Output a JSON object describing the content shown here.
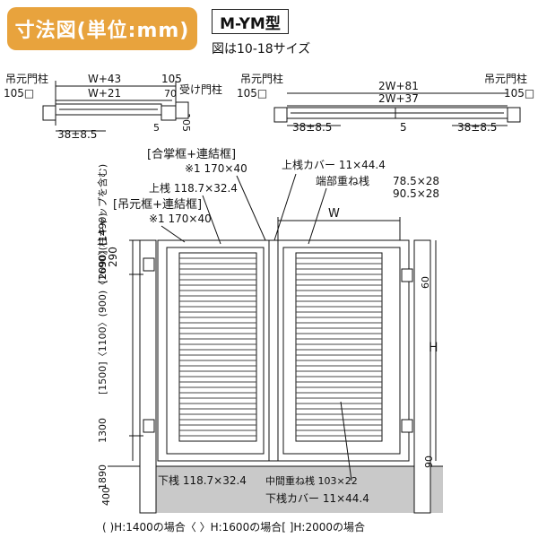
{
  "header": {
    "title": "寸法図(単位:mm)",
    "model": "M-YM型",
    "size_note": "図は10-18サイズ"
  },
  "top_left": {
    "post_left": "吊元門柱",
    "post_left_size": "105□",
    "w43": "W+43",
    "w21": "W+21",
    "d105": "105",
    "d70": "70",
    "post_right": "受け門柱",
    "d105v": "105",
    "d5": "5",
    "d38": "38±8.5"
  },
  "top_right": {
    "post_left": "吊元門柱",
    "post_left_size": "105□",
    "post_right": "吊元門柱",
    "post_right_size": "105□",
    "w81": "2W+81",
    "w37": "2W+37",
    "d38l": "38±8.5",
    "d5": "5",
    "d38r": "38±8.5"
  },
  "front": {
    "gassho": "[合掌框+連結框]",
    "gassho_size": "※1 170×40",
    "upper_rail": "上桟 118.7×32.4",
    "tsurimoto": "[吊元框+連結框]",
    "tsurimoto_size": "※1 170×40",
    "upper_cover": "上桟カバー 11×44.4",
    "end_overlap": "端部重ね桟",
    "end_overlap_s1": "78.5×28",
    "end_overlap_s2": "90.5×28",
    "w": "W",
    "d290": "290",
    "d60": "60",
    "h": "H",
    "vert_labels_top": "[1500]〈1100〉(900)〈1690〉(1490)",
    "cap_note": "[2090](柱キャップを含む)",
    "d1300": "1300",
    "d1890": "1890",
    "d90": "90",
    "d400": "400",
    "lower_rail": "下桟 118.7×32.4",
    "mid_overlap": "中間重ね桟 103×22",
    "lower_cover": "下桟カバー 11×44.4",
    "legend": "( )H:1400の場合〈 〉H:1600の場合[ ]H:2000の場合"
  }
}
